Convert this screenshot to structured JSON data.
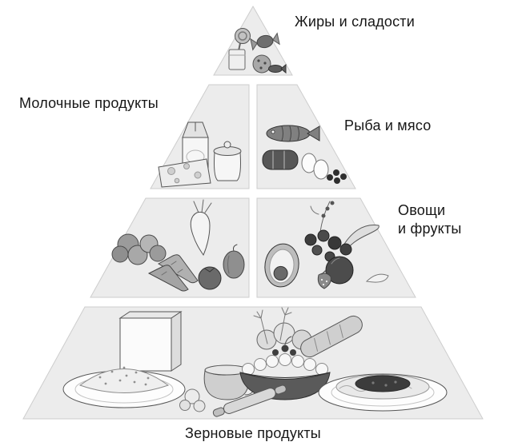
{
  "diagram": {
    "type": "food-pyramid",
    "labels": {
      "fats_sweets": "Жиры и сладости",
      "dairy": "Молочные продукты",
      "fish_meat": "Рыба и мясо",
      "veg_fruits_line1": "Овощи",
      "veg_fruits_line2": "и фрукты",
      "grains": "Зерновые продукты"
    },
    "colors": {
      "background": "#ffffff",
      "tier_fill": "#ececec",
      "tier_stroke": "#cdcdcd",
      "text": "#161616"
    },
    "tiers": [
      {
        "level": 1,
        "name": "fats-sweets",
        "icons": [
          "lollipop-icon",
          "candy-icon",
          "sugar-pack-icon",
          "cookie-icon",
          "fish-candy-icon"
        ]
      },
      {
        "level": 2,
        "name": "dairy",
        "icons": [
          "milk-carton-icon",
          "cheese-icon",
          "jar-icon"
        ]
      },
      {
        "level": 2,
        "name": "fish-meat",
        "icons": [
          "fish-icon",
          "meat-icon",
          "eggs-icon",
          "olives-icon"
        ]
      },
      {
        "level": 3,
        "name": "vegetables",
        "icons": [
          "greens-icon",
          "radish-icon",
          "carrot-icon",
          "tomato-icon",
          "pepper-icon"
        ]
      },
      {
        "level": 3,
        "name": "fruits",
        "icons": [
          "berry-branch-icon",
          "blueberries-icon",
          "banana-icon",
          "avocado-icon",
          "plum-icon",
          "strawberry-icon",
          "apple-slice-icon"
        ]
      },
      {
        "level": 4,
        "name": "grains",
        "icons": [
          "cereal-box-icon",
          "rice-plate-icon",
          "dough-icon",
          "jug-icon",
          "rolling-pin-icon",
          "buns-icon",
          "wheat-icon",
          "baguette-icon",
          "pie-icon",
          "spaghetti-plate-icon"
        ]
      }
    ]
  }
}
